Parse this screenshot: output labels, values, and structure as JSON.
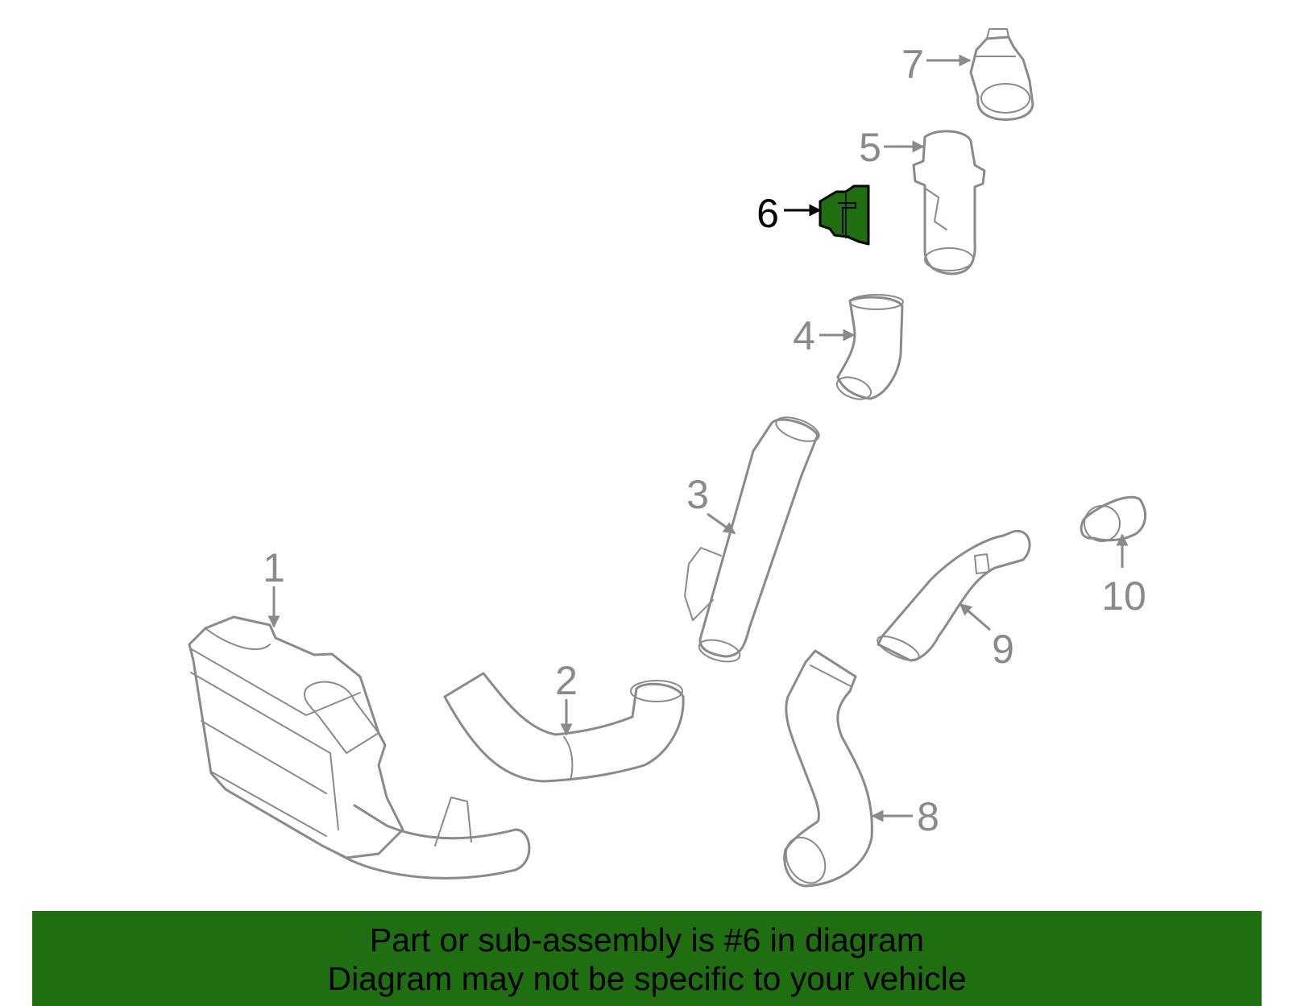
{
  "colors": {
    "banner_bg": "#1f6e12",
    "highlight_part": "#1f6e12",
    "part_stroke": "#8a8a8a",
    "text": "#000000"
  },
  "callouts": [
    {
      "id": "1",
      "label": "1"
    },
    {
      "id": "2",
      "label": "2"
    },
    {
      "id": "3",
      "label": "3"
    },
    {
      "id": "4",
      "label": "4"
    },
    {
      "id": "5",
      "label": "5"
    },
    {
      "id": "6",
      "label": "6",
      "highlighted": true
    },
    {
      "id": "7",
      "label": "7"
    },
    {
      "id": "8",
      "label": "8"
    },
    {
      "id": "9",
      "label": "9"
    },
    {
      "id": "10",
      "label": "10"
    }
  ],
  "banner": {
    "line1": "Part or sub-assembly is #6 in diagram",
    "line2": "Diagram may not be specific to your vehicle"
  }
}
